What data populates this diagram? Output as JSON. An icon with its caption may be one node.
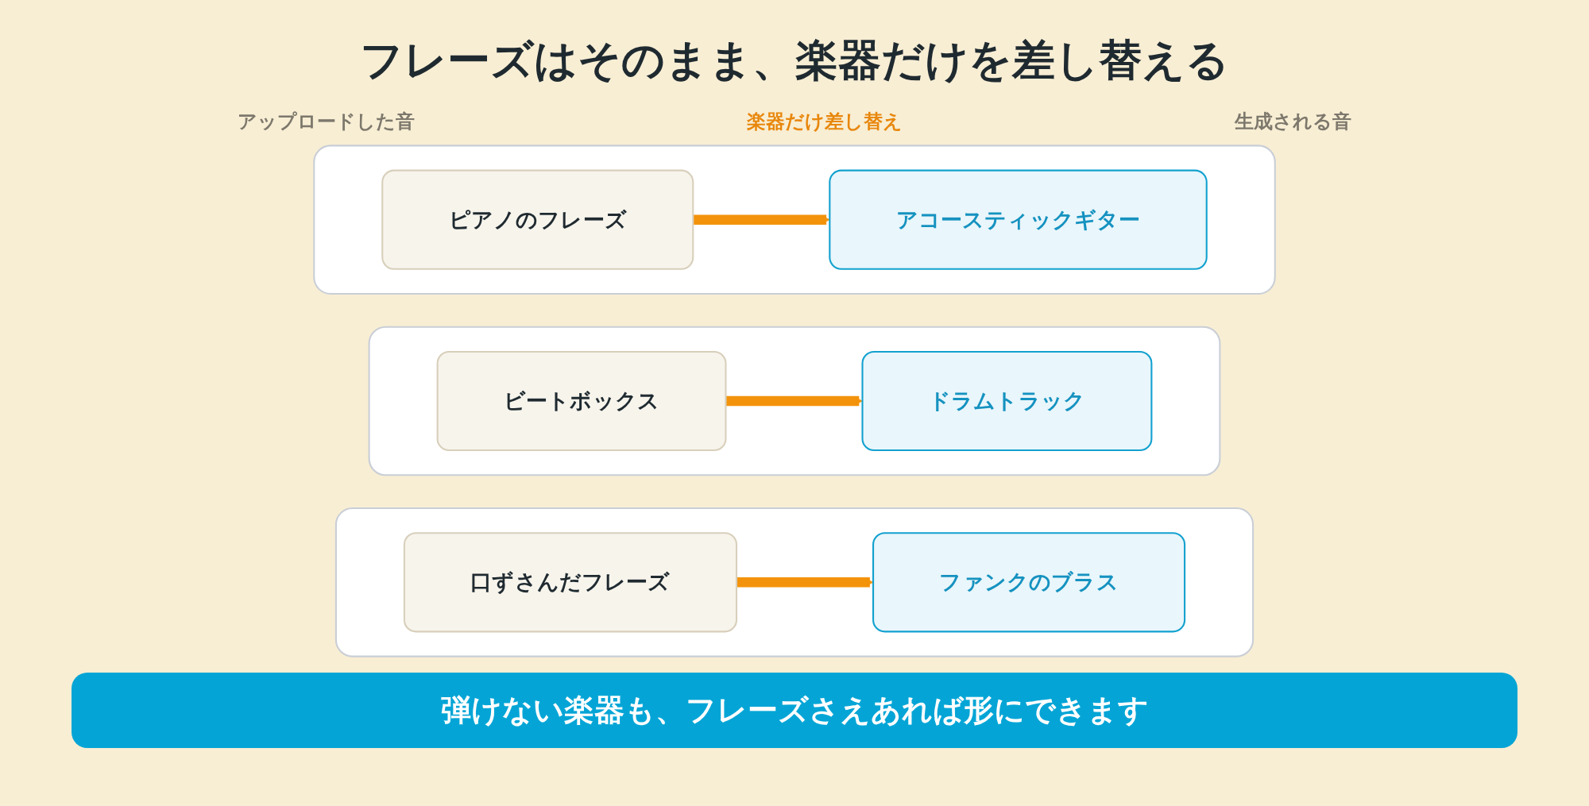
{
  "diagram": {
    "title": "フレーズはそのまま、楽器だけを差し替える",
    "caption": "弾けない楽器も、フレーズさえあれば形にできます",
    "nodes": [
      {
        "text": [],
        "shape": "box"
      },
      {
        "text": [
          "ピアノのフレーズ"
        ],
        "in": 0
      },
      {
        "text": [
          "アコースティックギター"
        ],
        "in": 0
      },
      {
        "text": [],
        "shape": "box"
      },
      {
        "text": [
          "ビートボックス"
        ],
        "in": 3
      },
      {
        "text": [
          "ドラムトラック"
        ],
        "in": 3
      },
      {
        "text": [],
        "shape": "box"
      },
      {
        "text": [
          "口ずさんだフレーズ"
        ],
        "in": 6
      },
      {
        "text": [
          "ファンクのブラス"
        ],
        "in": 6
      }
    ],
    "edges": [
      {
        "from": 1,
        "to": 2,
        "arrow": "to"
      },
      {
        "from": 4,
        "to": 5,
        "arrow": "to"
      },
      {
        "from": 7,
        "to": 8,
        "arrow": "to"
      }
    ],
    "labels": [
      "アップロードした音",
      "楽器だけ差し替え",
      "生成される音"
    ]
  }
}
